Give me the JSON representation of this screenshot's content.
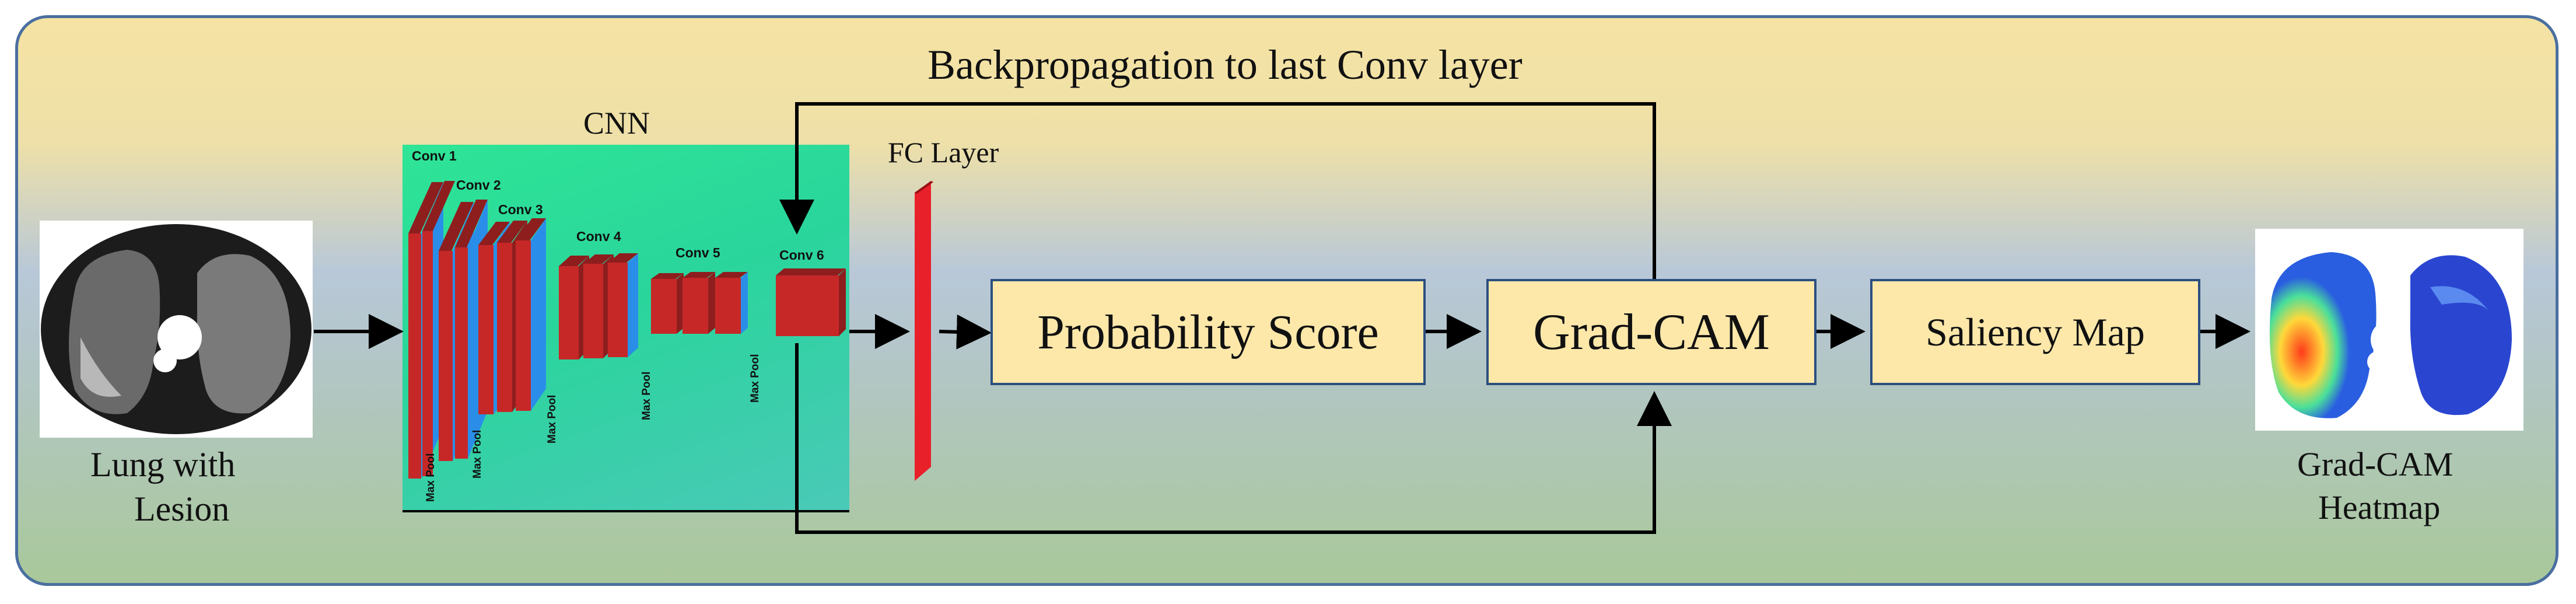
{
  "title_arrow": "Backpropagation to last Conv layer",
  "cnn": {
    "label": "CNN",
    "convs": [
      "Conv 1",
      "Conv 2",
      "Conv 3",
      "Conv 4",
      "Conv 5",
      "Conv 6"
    ],
    "pool": "Max Pool"
  },
  "fc_label": "FC Layer",
  "input_label": {
    "line1": "Lung with",
    "line2": "Lesion"
  },
  "output_label": {
    "line1": "Grad-CAM",
    "line2": "Heatmap"
  },
  "boxes": {
    "probability": "Probability Score",
    "gradcam": "Grad-CAM",
    "saliency": "Saliency Map"
  },
  "colors": {
    "box_fill": "#fde8aa",
    "box_border": "#2c4f80",
    "panel_border": "#4a6fa0",
    "fc_layer": "#e8202a",
    "block_front": "#c62828",
    "block_side": "#2a8ee8"
  },
  "icons": [
    "lung-ct-scan-icon",
    "gradcam-heatmap-icon"
  ]
}
